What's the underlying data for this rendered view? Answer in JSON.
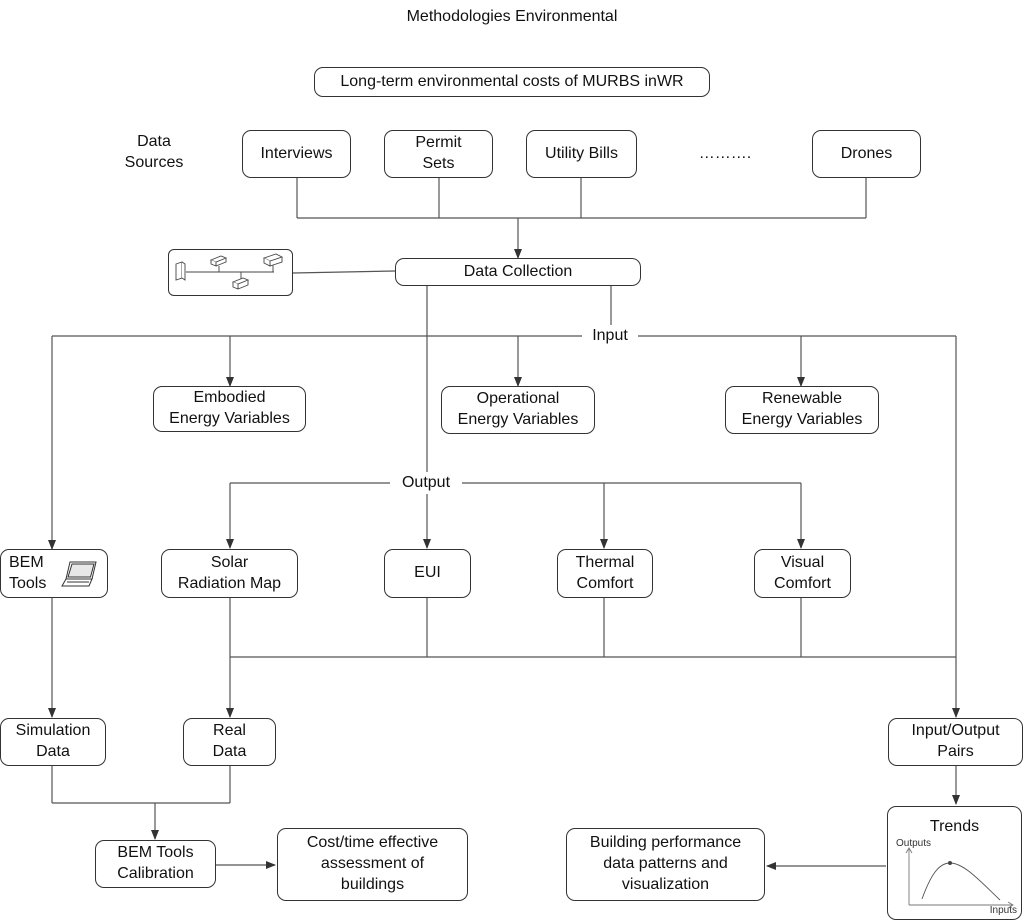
{
  "title": "Methodologies Environmental",
  "subtitle_box": "Long-term environmental costs of MURBS inWR",
  "data_sources_label": [
    "Data",
    "Sources"
  ],
  "sources": {
    "interviews": "Interviews",
    "permit_sets": [
      "Permit",
      "Sets"
    ],
    "utility_bills": "Utility Bills",
    "ellipsis": "……….",
    "drones": "Drones"
  },
  "data_collection": "Data Collection",
  "input_label": "Input",
  "inputs": {
    "embodied": [
      "Embodied",
      "Energy Variables"
    ],
    "operational": [
      "Operational",
      "Energy Variables"
    ],
    "renewable": [
      "Renewable",
      "Energy Variables"
    ]
  },
  "output_label": "Output",
  "outputs": {
    "bem_tools": [
      "BEM",
      "Tools"
    ],
    "solar": [
      "Solar",
      "Radiation Map"
    ],
    "eui": "EUI",
    "thermal": [
      "Thermal",
      "Comfort"
    ],
    "visual": [
      "Visual",
      "Comfort"
    ]
  },
  "simulation_data": [
    "Simulation",
    "Data"
  ],
  "real_data": [
    "Real",
    "Data"
  ],
  "io_pairs": [
    "Input/Output",
    "Pairs"
  ],
  "calibration": [
    "BEM Tools",
    "Calibration"
  ],
  "cost_time": [
    "Cost/time effective",
    "assessment of",
    "buildings"
  ],
  "trends": {
    "title": "Trends",
    "y_axis": "Outputs",
    "x_axis": "Inputs"
  },
  "building_performance": [
    "Building performance",
    "data patterns and",
    "visualization"
  ],
  "colors": {
    "line": "#555555",
    "border": "#333333"
  }
}
